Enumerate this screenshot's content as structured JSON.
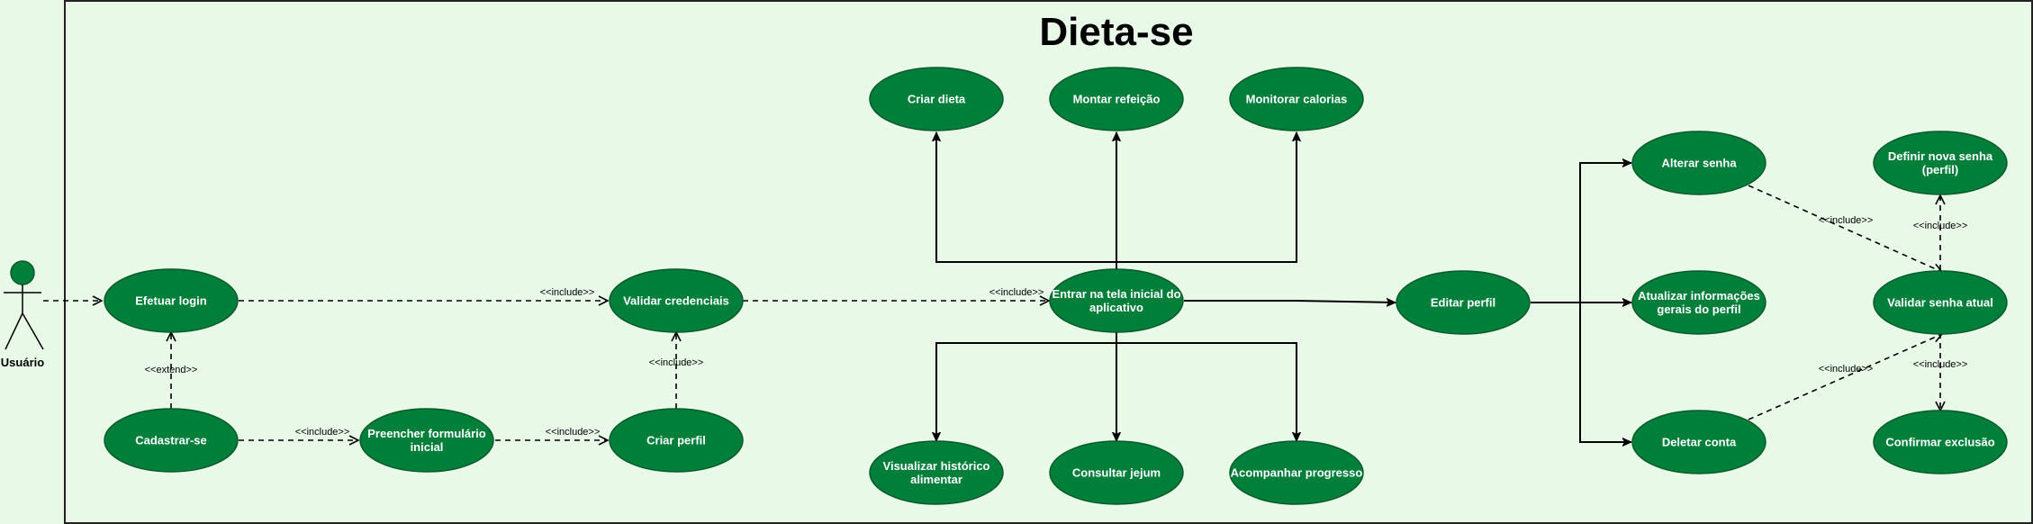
{
  "system": {
    "title": "Dieta-se"
  },
  "actor": {
    "label": "Usuário"
  },
  "colors": {
    "node_fill": "#007f3a",
    "node_stroke": "#0a5a2a",
    "background": "#e8f9e8",
    "line": "#000000"
  },
  "use_cases": {
    "efetuar_login": {
      "lines": [
        "Efetuar login"
      ]
    },
    "validar_credenciais": {
      "lines": [
        "Validar credenciais"
      ]
    },
    "entrar_tela_inicial": {
      "lines": [
        "Entrar na tela inicial do",
        "aplicativo"
      ]
    },
    "editar_perfil": {
      "lines": [
        "Editar perfil"
      ]
    },
    "criar_dieta": {
      "lines": [
        "Criar dieta"
      ]
    },
    "montar_refeicao": {
      "lines": [
        "Montar refeição"
      ]
    },
    "monitorar_calorias": {
      "lines": [
        "Monitorar calorias"
      ]
    },
    "visualizar_historico": {
      "lines": [
        "Visualizar histórico",
        "alimentar"
      ]
    },
    "consultar_jejum": {
      "lines": [
        "Consultar jejum"
      ]
    },
    "acompanhar_progresso": {
      "lines": [
        "Acompanhar progresso"
      ]
    },
    "cadastrar_se": {
      "lines": [
        "Cadastrar-se"
      ]
    },
    "preencher_formulario": {
      "lines": [
        "Preencher formulário",
        "inicial"
      ]
    },
    "criar_perfil": {
      "lines": [
        "Criar perfil"
      ]
    },
    "alterar_senha": {
      "lines": [
        "Alterar senha"
      ]
    },
    "atualizar_informacoes": {
      "lines": [
        "Atualizar informações",
        "gerais do perfil"
      ]
    },
    "deletar_conta": {
      "lines": [
        "Deletar conta"
      ]
    },
    "definir_nova_senha": {
      "lines": [
        "Definir nova senha",
        "(perfil)"
      ]
    },
    "validar_senha_atual": {
      "lines": [
        "Validar senha atual"
      ]
    },
    "confirmar_exclusao": {
      "lines": [
        "Confirmar exclusão"
      ]
    }
  },
  "relations": {
    "include": "<<include>>",
    "extend": "<<extend>>"
  }
}
